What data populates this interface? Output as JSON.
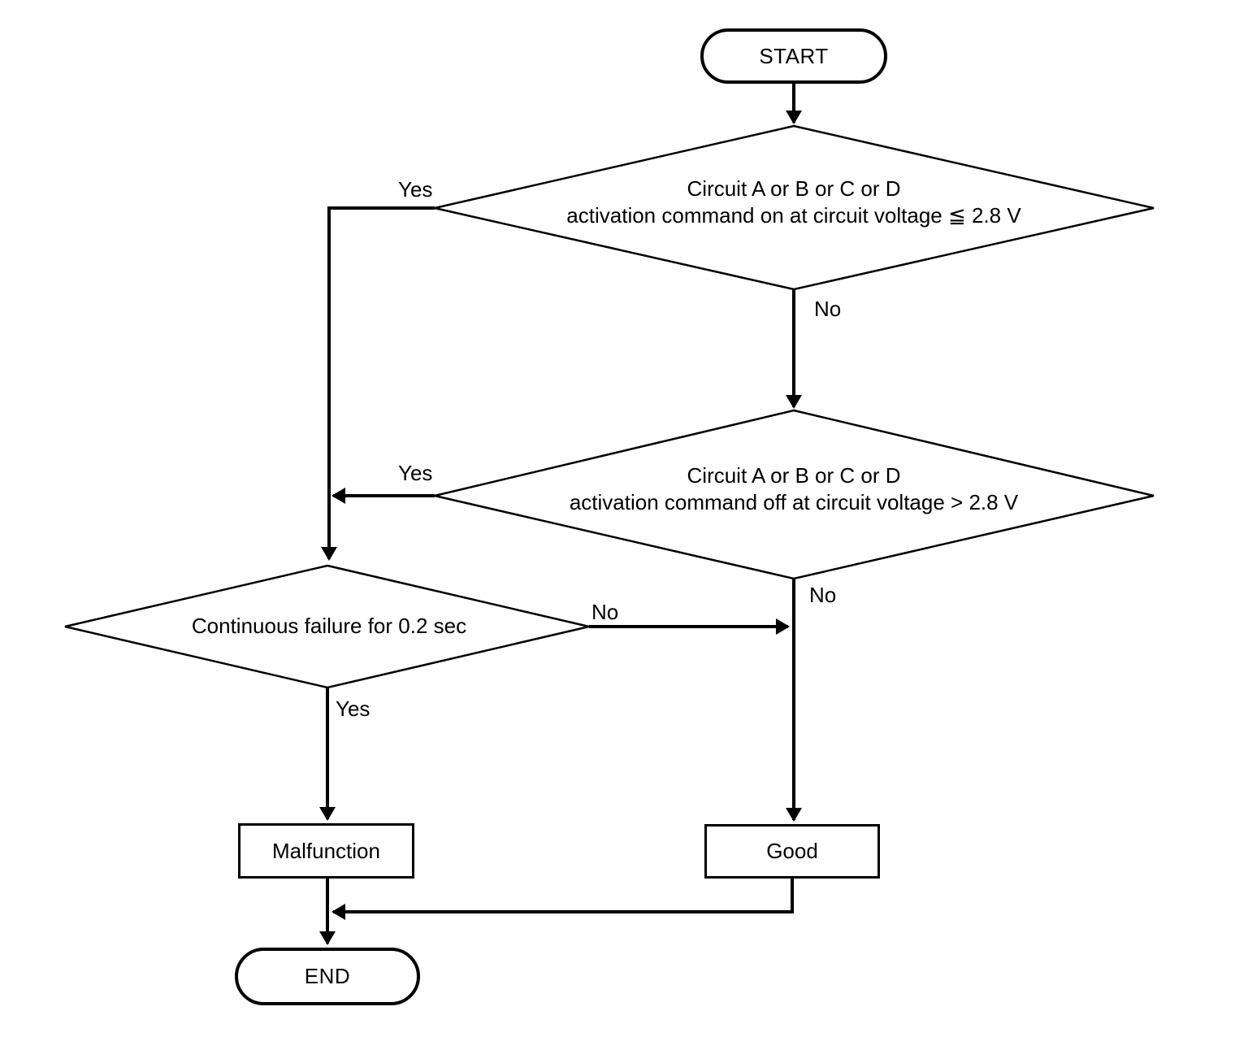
{
  "flowchart": {
    "nodes": {
      "start": {
        "label": "START"
      },
      "decision1": {
        "line1": "Circuit A or B or C or D",
        "line2": "activation command on at circuit voltage ≦ 2.8 V"
      },
      "decision2": {
        "line1": "Circuit A or B or C or D",
        "line2": "activation command off at circuit voltage > 2.8 V"
      },
      "decision3": {
        "label": "Continuous failure for 0.2 sec"
      },
      "malfunction": {
        "label": "Malfunction"
      },
      "good": {
        "label": "Good"
      },
      "end": {
        "label": "END"
      }
    },
    "edges": {
      "decision1_yes": "Yes",
      "decision1_no": "No",
      "decision2_yes": "Yes",
      "decision2_no": "No",
      "decision3_yes": "Yes",
      "decision3_no": "No"
    },
    "colors": {
      "line": "#000000",
      "background": "#ffffff"
    }
  }
}
